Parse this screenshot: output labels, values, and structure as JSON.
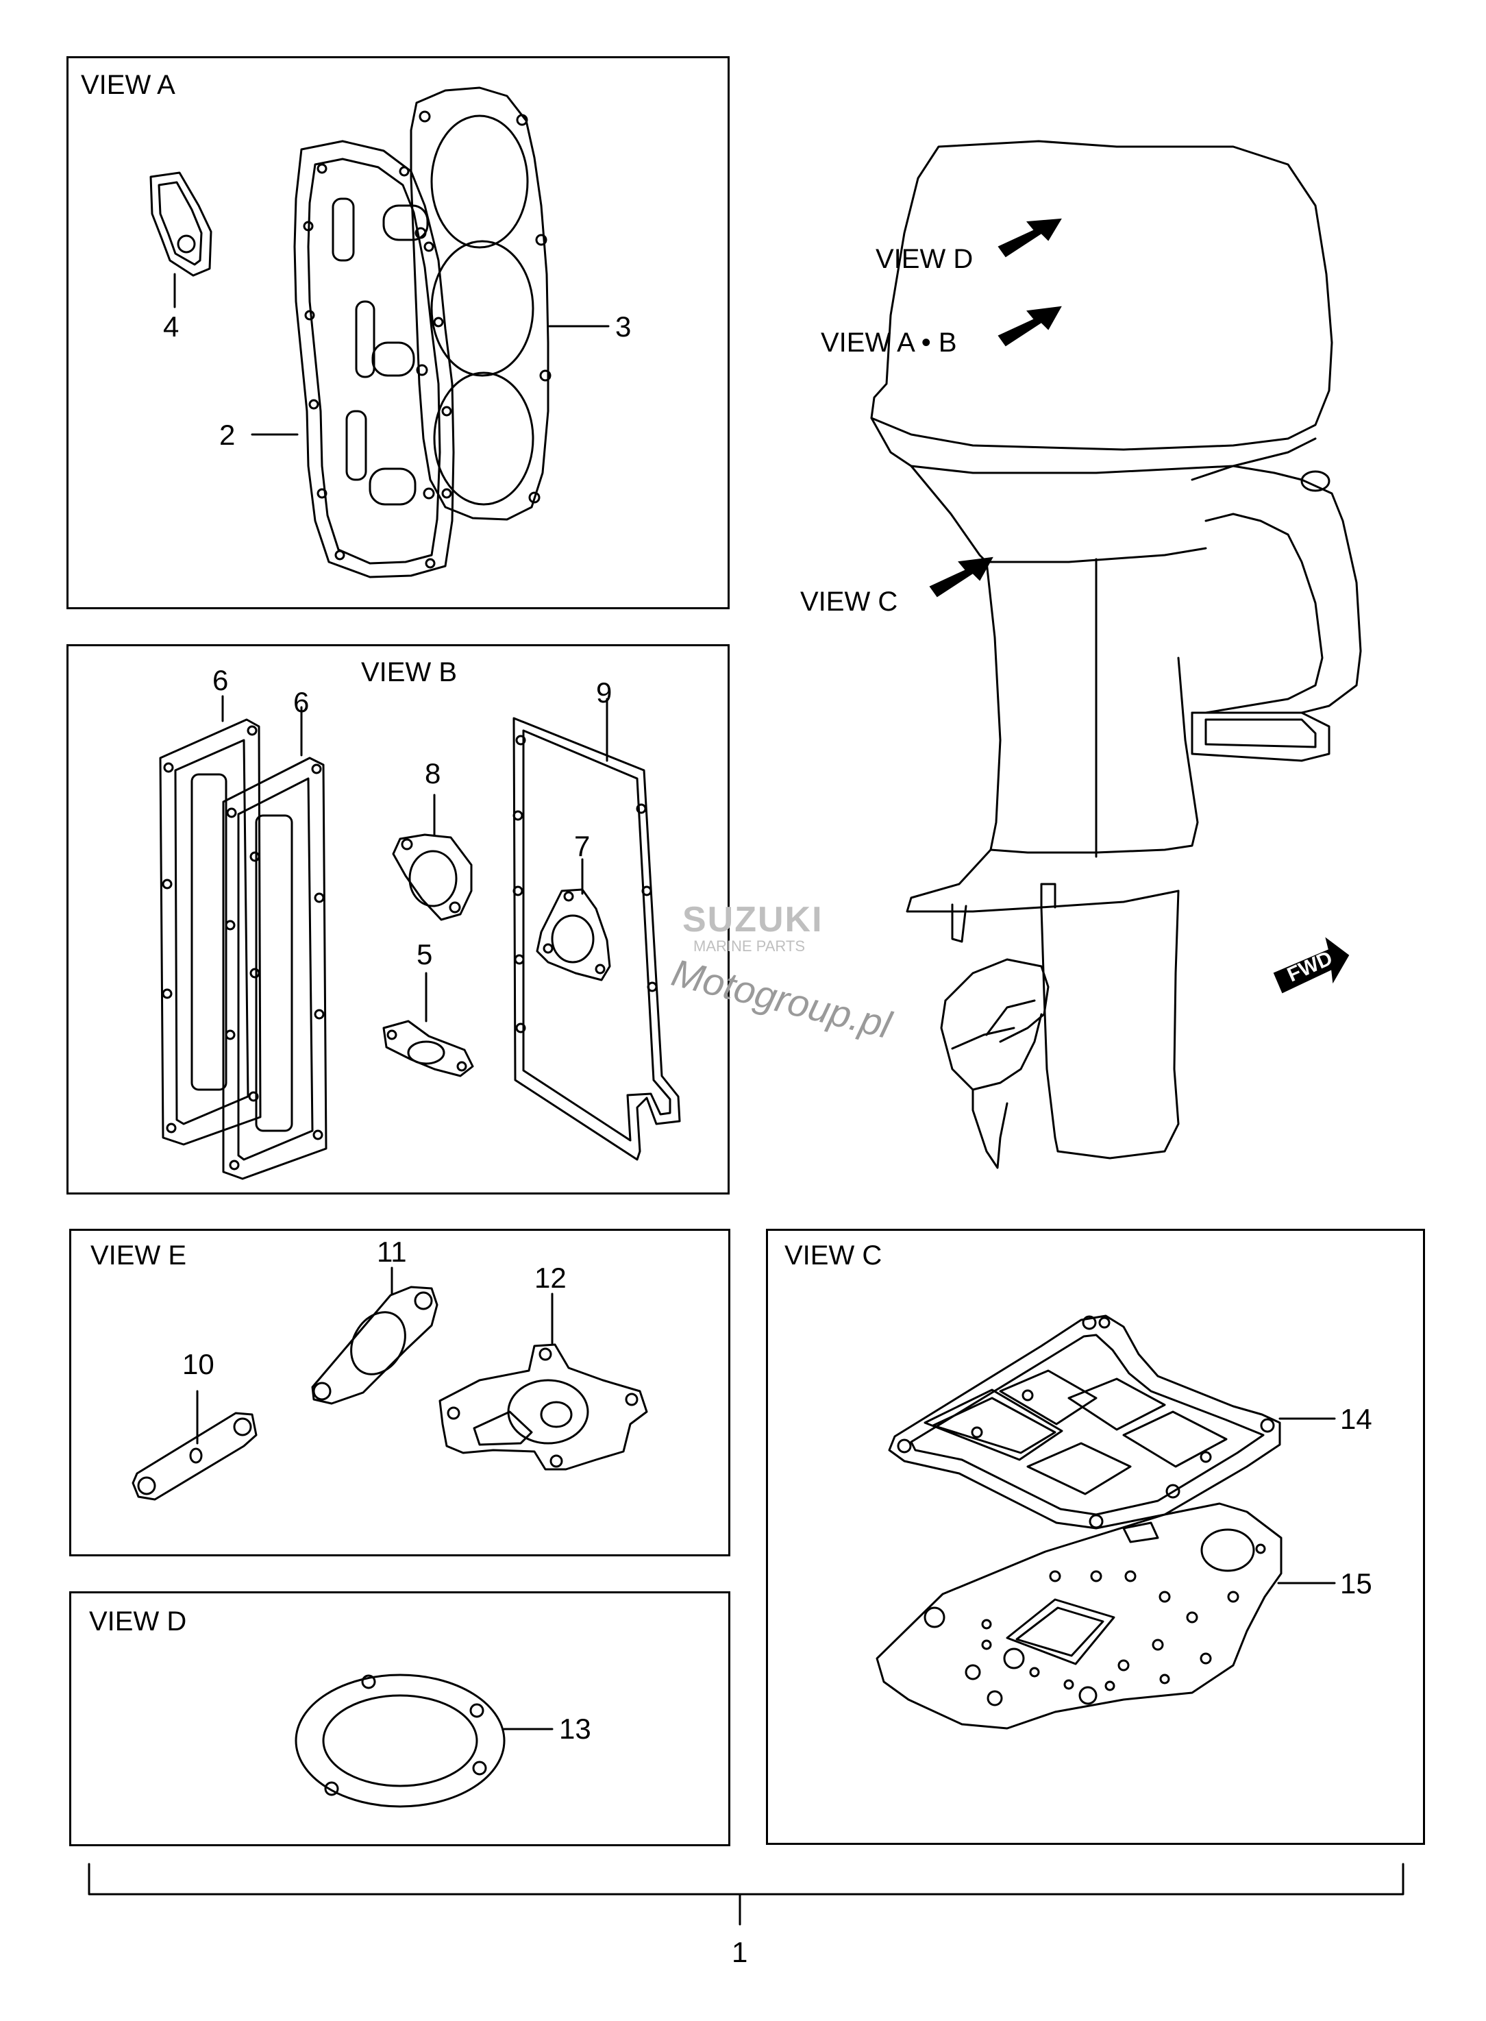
{
  "views": {
    "a": "VIEW A",
    "b": "VIEW B",
    "c": "VIEW C",
    "d": "VIEW D",
    "e": "VIEW E"
  },
  "engine_labels": {
    "view_d": "VIEW D",
    "view_ab": "VIEW A • B",
    "view_c": "VIEW C"
  },
  "fwd": "FWD",
  "watermark": {
    "brand": "SUZUKI",
    "sub": "MARINE PARTS",
    "script": "Motogroup.pl"
  },
  "callouts": {
    "p1": "1",
    "p2": "2",
    "p3": "3",
    "p4": "4",
    "p5": "5",
    "p6a": "6",
    "p6b": "6",
    "p7": "7",
    "p8": "8",
    "p9": "9",
    "p10": "10",
    "p11": "11",
    "p12": "12",
    "p13": "13",
    "p14": "14",
    "p15": "15"
  }
}
